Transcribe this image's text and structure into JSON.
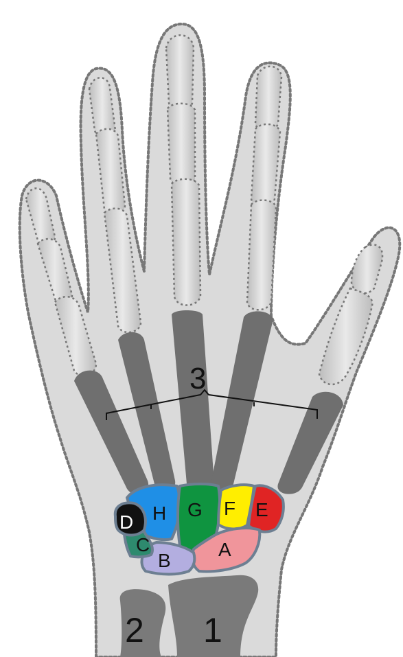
{
  "labels": {
    "bone_1": "1",
    "bone_2": "2",
    "group_3": "3",
    "carpal_a": "A",
    "carpal_b": "B",
    "carpal_c": "C",
    "carpal_d": "D",
    "carpal_e": "E",
    "carpal_f": "F",
    "carpal_g": "G",
    "carpal_h": "H"
  },
  "colors": {
    "soft_tissue": "#dadada",
    "outline_dots": "#777777",
    "phalanx": "#cdcdcd",
    "metacarpal": "#6f6f6f",
    "forearm_bone": "#7a7a7a",
    "carpal_a": "#f0959b",
    "carpal_b": "#b3aee0",
    "carpal_c": "#2e8a6e",
    "carpal_d": "#111111",
    "carpal_e": "#e02424",
    "carpal_f": "#ffee00",
    "carpal_g": "#0f9440",
    "carpal_h": "#1f8fe6",
    "carpal_border": "#6d7f92"
  }
}
